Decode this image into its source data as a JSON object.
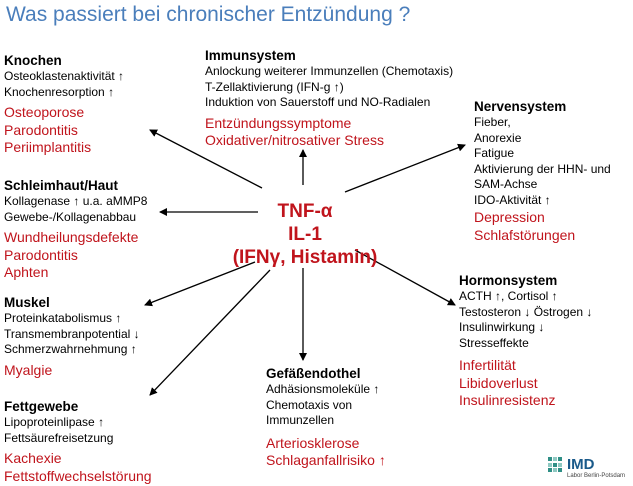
{
  "title": "Was passiert bei chronischer Entzündung ?",
  "center": [
    "TNF-α",
    "IL-1",
    "(IFNγ, Histamin)"
  ],
  "colors": {
    "title": "#4a7ebb",
    "effect": "#c0141c",
    "arrow": "#000000"
  },
  "blocks": {
    "knochen": {
      "heading": "Knochen",
      "lines": [
        "Osteoklastenaktivität ↑",
        "Knochenresorption ↑"
      ],
      "effects": [
        "Osteoporose",
        "Parodontitis",
        "Periimplantitis"
      ]
    },
    "immunsystem": {
      "heading": "Immunsystem",
      "lines": [
        "Anlockung weiterer Immunzellen (Chemotaxis)",
        "T-Zellaktivierung (IFN-g ↑)",
        "Induktion von Sauerstoff und NO-Radialen"
      ],
      "effects": [
        "Entzündungssymptome",
        "Oxidativer/nitrosativer Stress"
      ]
    },
    "nervensystem": {
      "heading": "Nervensystem",
      "lines": [
        "Fieber,",
        "Anorexie",
        "Fatigue",
        "Aktivierung der HHN- und",
        "SAM-Achse",
        "IDO-Aktivität ↑"
      ],
      "effects": [
        "Depression",
        "Schlafstörungen"
      ]
    },
    "schleimhaut": {
      "heading": "Schleimhaut/Haut",
      "lines": [
        "Kollagenase ↑ u.a. aMMP8",
        "Gewebe-/Kollagenabbau"
      ],
      "effects": [
        "Wundheilungsdefekte",
        "Parodontitis",
        "Aphten"
      ]
    },
    "hormonsystem": {
      "heading": "Hormonsystem",
      "lines": [
        "ACTH ↑, Cortisol ↑",
        "Testosteron ↓ Östrogen ↓",
        "Insulinwirkung ↓",
        "Stresseffekte"
      ],
      "effects": [
        "Infertilität",
        "Libidoverlust",
        "Insulinresistenz"
      ]
    },
    "muskel": {
      "heading": "Muskel",
      "lines": [
        "Proteinkatabolismus ↑",
        "Transmembranpotential ↓",
        "Schmerzwahrnehmung ↑"
      ],
      "effects": [
        "Myalgie"
      ]
    },
    "gefaess": {
      "heading": "Gefäßendothel",
      "lines": [
        "Adhäsionsmoleküle ↑",
        "Chemotaxis von",
        "Immunzellen"
      ],
      "effects": [
        "Arteriosklerose",
        "Schlaganfallrisiko ↑"
      ]
    },
    "fettgewebe": {
      "heading": "Fettgewebe",
      "lines": [
        "Lipoproteinlipase ↑",
        "Fettsäurefreisetzung"
      ],
      "effects": [
        "Kachexie",
        "Fettstoffwechselstörung"
      ]
    }
  },
  "logo": {
    "brand": "IMD",
    "subtitle": "Labor Berlin-Potsdam"
  }
}
